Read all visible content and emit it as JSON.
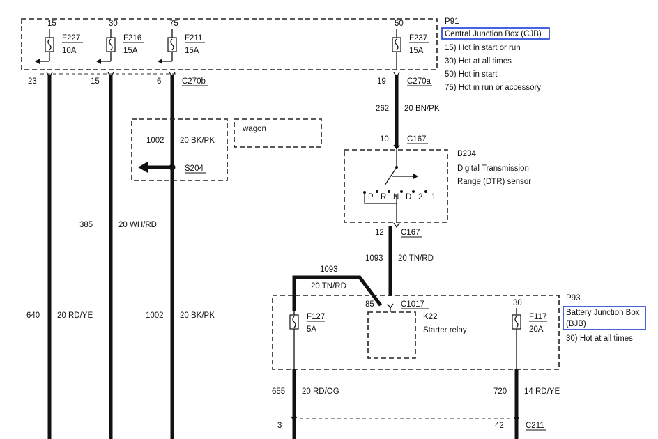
{
  "p91": {
    "id": "P91",
    "title": "Central Junction Box (CJB)",
    "legend": [
      "15)  Hot in start or run",
      "30)  Hot at all times",
      "50)  Hot in start",
      "75)  Hot in run or accessory"
    ]
  },
  "p91_fuses": [
    {
      "pin": "15",
      "name": "F227",
      "rating": "10A"
    },
    {
      "pin": "30",
      "name": "F216",
      "rating": "15A"
    },
    {
      "pin": "75",
      "name": "F211",
      "rating": "15A"
    },
    {
      "pin": "50",
      "name": "F237",
      "rating": "15A"
    }
  ],
  "c270b": {
    "name": "C270b",
    "pins": [
      "23",
      "15",
      "6"
    ]
  },
  "c270a": {
    "name": "C270a",
    "pin": "19"
  },
  "wires": {
    "w262": {
      "circuit": "262",
      "spec": "20 BN/PK"
    },
    "w385": {
      "circuit": "385",
      "spec": "20 WH/RD"
    },
    "w640": {
      "circuit": "640",
      "spec": "20 RD/YE"
    },
    "w1002a": {
      "circuit": "1002",
      "spec": "20 BK/PK"
    },
    "w1002b": {
      "circuit": "1002",
      "spec": "20 BK/PK"
    },
    "w1093a": {
      "circuit": "1093",
      "spec": "20 TN/RD"
    },
    "w1093b": {
      "circuit": "1093",
      "spec": "20 TN/RD"
    },
    "w655": {
      "circuit": "655",
      "spec": "20 RD/OG"
    },
    "w720": {
      "circuit": "720",
      "spec": "14 RD/YE"
    }
  },
  "wagon_label": "wagon",
  "splice": "S204",
  "c167_top": {
    "pin": "10",
    "name": "C167"
  },
  "c167_bottom": {
    "pin": "12",
    "name": "C167"
  },
  "dtr": {
    "id": "B234",
    "name_line1": "Digital Transmission",
    "name_line2": "Range (DTR) sensor",
    "positions": [
      "P",
      "R",
      "N",
      "D",
      "2",
      "1"
    ]
  },
  "c1017": {
    "pin": "85",
    "name": "C1017"
  },
  "relay": {
    "id": "K22",
    "name": "Starter relay"
  },
  "p93": {
    "id": "P93",
    "title_line1": "Battery Junction Box",
    "title_line2": "(BJB)",
    "legend": [
      "30)  Hot at all times"
    ]
  },
  "p93_fuses": [
    {
      "pin": "",
      "name": "F127",
      "rating": "5A"
    },
    {
      "pin": "30",
      "name": "F117",
      "rating": "20A"
    }
  ],
  "c211": {
    "name": "C211",
    "pins": [
      "3",
      "42"
    ]
  },
  "colors": {
    "wire": "#111111",
    "highlight": "#1a3bd1"
  }
}
